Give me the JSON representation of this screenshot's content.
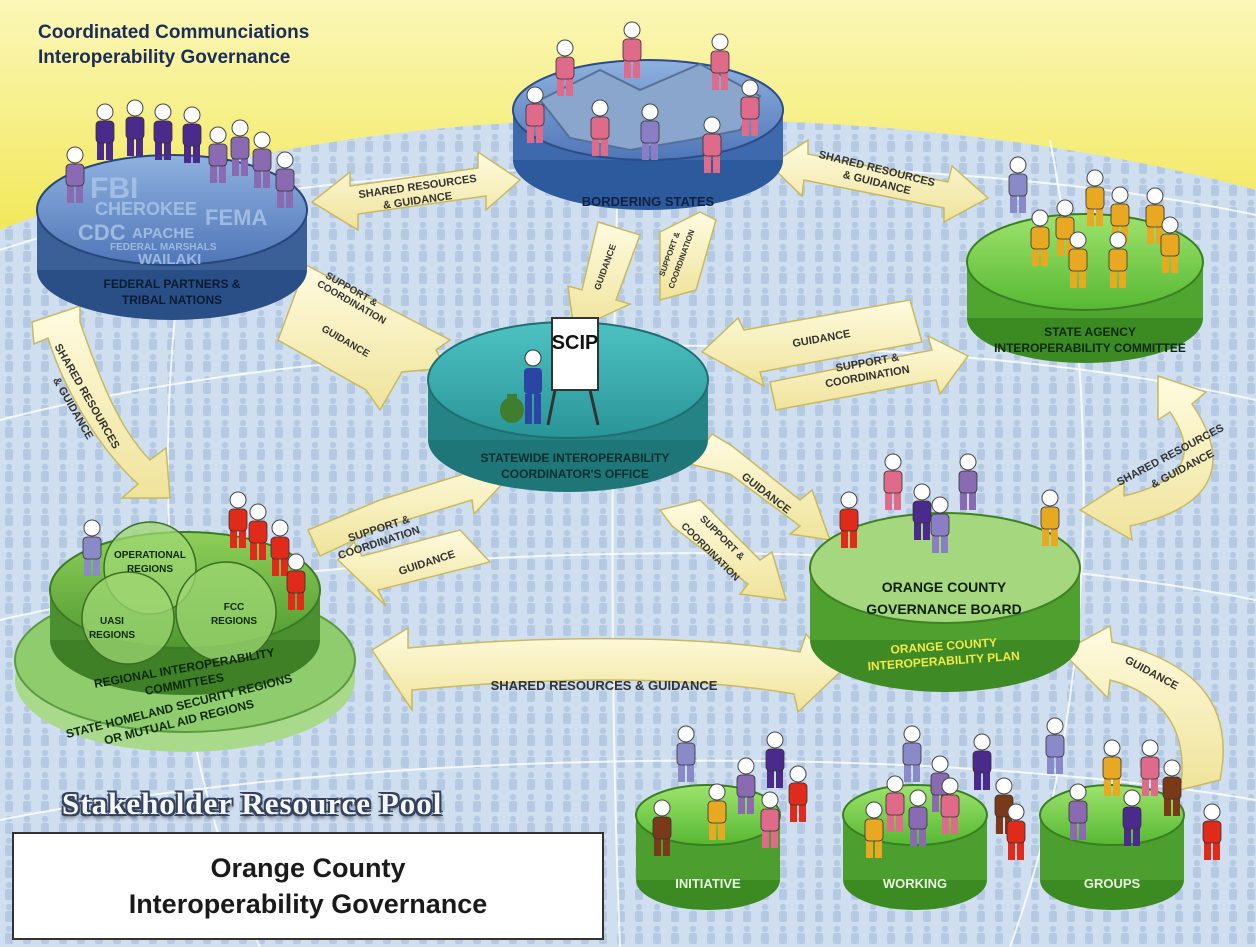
{
  "header": {
    "title_line1": "Coordinated Communciations",
    "title_line2": "Interoperability Governance"
  },
  "footer": {
    "pool_label": "Stakeholder Resource Pool",
    "box_line1": "Orange County",
    "box_line2": "Interoperability Governance"
  },
  "platforms": {
    "bordering_states": "BORDERING STATES",
    "federal_line1": "FEDERAL PARTNERS &",
    "federal_line2": "TRIBAL NATIONS",
    "federal_names": [
      "FBI",
      "CHEROKEE",
      "FEMA",
      "CDC",
      "APACHE",
      "FEDERAL MARSHALS",
      "WAILAKI"
    ],
    "state_agency_line1": "STATE AGENCY",
    "state_agency_line2": "INTEROPERABILITY COMMITTEE",
    "swic_line1": "STATEWIDE INTEROPERABILITY",
    "swic_line2": "COORDINATOR'S OFFICE",
    "scip_sign": "SCIP",
    "regional_line1": "REGIONAL INTEROPERABILITY",
    "regional_line2": "COMMITTEES",
    "regional_outer_line1": "STATE HOMELAND SECURITY REGIONS",
    "regional_outer_line2": "OR MUTUAL AID REGIONS",
    "circle_operational_1": "OPERATIONAL",
    "circle_operational_2": "REGIONS",
    "circle_uasi_1": "UASI",
    "circle_uasi_2": "REGIONS",
    "circle_fcc_1": "FCC",
    "circle_fcc_2": "REGIONS",
    "oc_board_line1": "ORANGE COUNTY",
    "oc_board_line2": "GOVERNANCE BOARD",
    "oc_plan_line1": "ORANGE COUNTY",
    "oc_plan_line2": "INTEROPERABILITY PLAN",
    "wg_initiative": "INITIATIVE",
    "wg_working": "WORKING",
    "wg_groups": "GROUPS"
  },
  "arrows": {
    "shared_line1": "SHARED RESOURCES",
    "shared_line2": "& GUIDANCE",
    "shared_right_line1": "SHARED RESOURCES",
    "shared_right_line2": "& GUIDANCE",
    "shared_left_line1": "SHARED RESOURCES",
    "shared_left_line2": "& GUIDANCE",
    "shared_oc_line1": "SHARED RESOURCES",
    "shared_oc_line2": "& GUIDANCE",
    "shared_bottom": "SHARED RESOURCES & GUIDANCE",
    "support_line1": "SUPPORT &",
    "support_line2": "COORDINATION",
    "guidance": "GUIDANCE"
  },
  "colors": {
    "sky": "#f5ee7a",
    "grid_bg": "#c9dbee",
    "arrow_fill": "#f6eeb0",
    "teal": "#2e9b9e",
    "blue_platform": "#4f76b8",
    "green_platform": "#5fc13a",
    "dark_green": "#4a8a2c"
  }
}
